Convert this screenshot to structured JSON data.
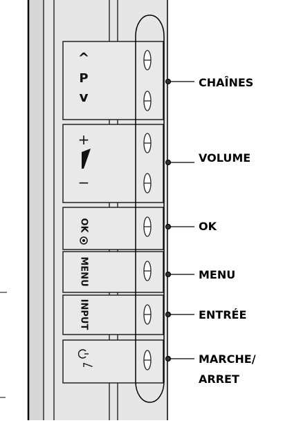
{
  "panel_keys": {
    "channel": {
      "up": "^",
      "letter": "P",
      "down": "v"
    },
    "volume": {
      "plus": "+",
      "minus": "−"
    },
    "ok": "OK",
    "menu": "MENU",
    "input": "INPUT"
  },
  "callouts": [
    {
      "id": "chaines",
      "text": "CHAÎNES"
    },
    {
      "id": "volume",
      "text": "VOLUME"
    },
    {
      "id": "ok",
      "text": "OK"
    },
    {
      "id": "menu",
      "text": "MENU"
    },
    {
      "id": "entree",
      "text": "ENTRÉE"
    },
    {
      "id": "marche",
      "text": "MARCHE/"
    },
    {
      "id": "arret",
      "text": "ARRET"
    }
  ]
}
